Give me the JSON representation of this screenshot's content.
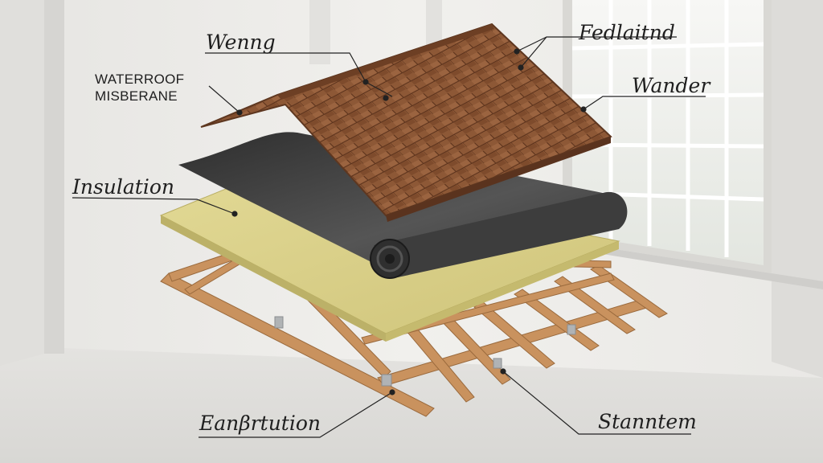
{
  "labels": {
    "wenng": "Wenng",
    "waterproof_line1": "WATERROOF",
    "waterproof_line2": "MISBERANE",
    "fedlaitnd": "Fedlaitnd",
    "wander": "Wander",
    "insulation": "Insulation",
    "eanbrtution": "Eanβrtution",
    "stanntem": "Stanntem"
  },
  "colors": {
    "wall": "#ecebe8",
    "shingle": "#8a5533",
    "shingle_edge": "#5e3720",
    "membrane": "#4a4a4a",
    "insulation": "#d9d08a",
    "timber": "#c9925e"
  }
}
